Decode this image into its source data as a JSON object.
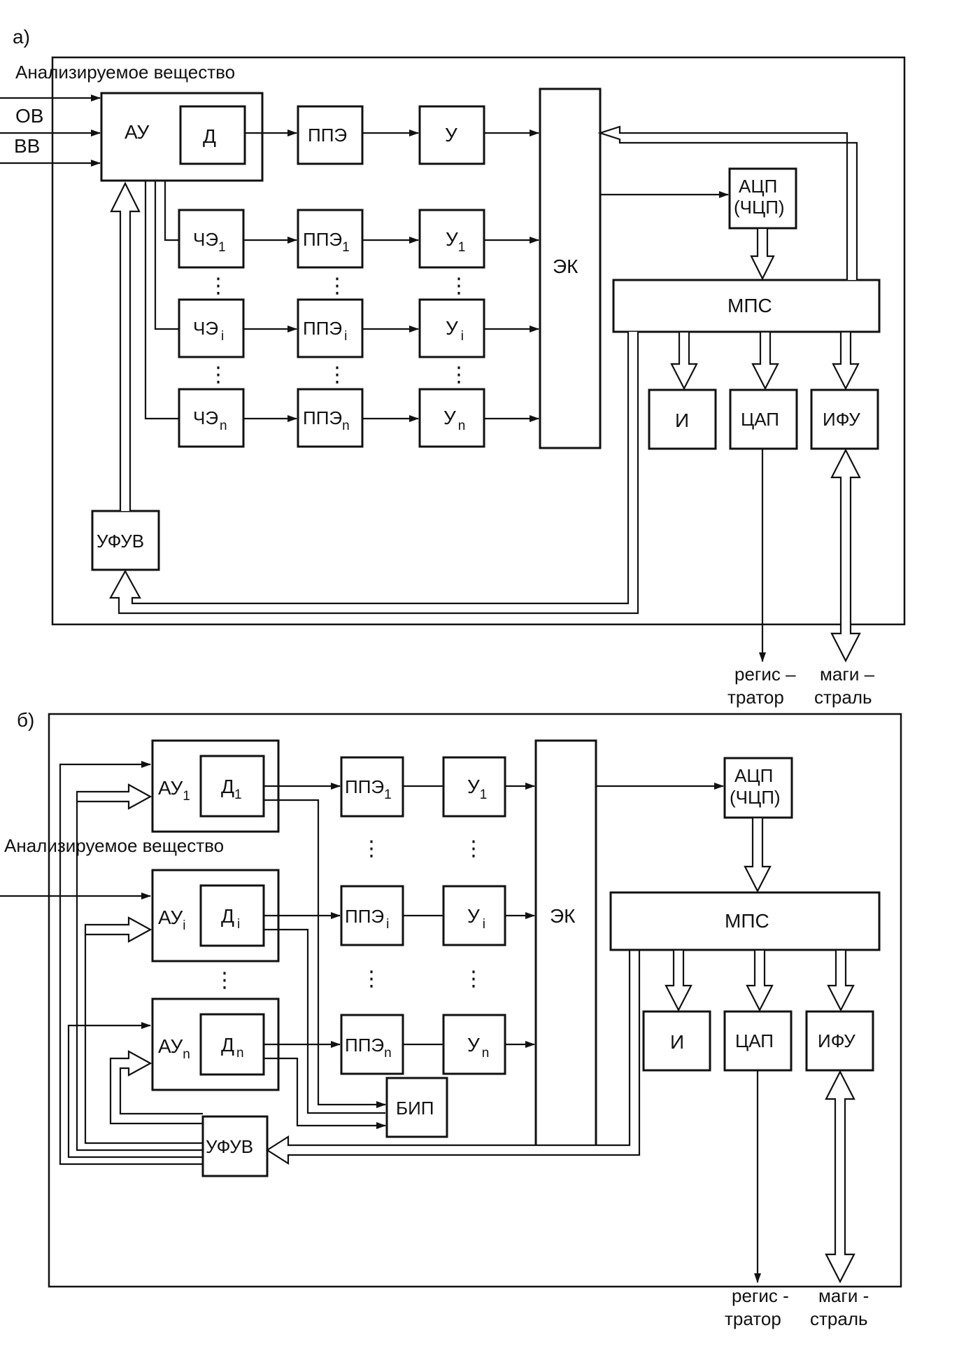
{
  "diagram_a": {
    "label": "а)",
    "input_label": "Анализируемое вещество",
    "ov": "ОВ",
    "vv": "ВВ",
    "au": "АУ",
    "d": "Д",
    "ppe": "ППЭ",
    "u": "У",
    "che1": "ЧЭ",
    "ppe1": "ППЭ",
    "u1": "У",
    "chei": "ЧЭ",
    "ppei": "ППЭ",
    "ui": "У",
    "chen": "ЧЭ",
    "ppen": "ППЭ",
    "un": "У",
    "sub_1": "1",
    "sub_i": "i",
    "sub_n": "n",
    "ek": "ЭК",
    "acp": "АЦП",
    "chcp": "(ЧЦП)",
    "mps": "МПС",
    "i_block": "И",
    "cap": "ЦАП",
    "ifu": "ИФУ",
    "ufuv": "УФУВ",
    "recorder_1": "регис –",
    "recorder_2": "тратор",
    "bus_1": "маги –",
    "bus_2": "страль"
  },
  "diagram_b": {
    "label": "б)",
    "input_label": "Анализируемое вещество",
    "au": "АУ",
    "d": "Д",
    "ppe": "ППЭ",
    "u": "У",
    "sub_1": "1",
    "sub_i": "i",
    "sub_n": "n",
    "ek": "ЭК",
    "acp": "АЦП",
    "chcp": "(ЧЦП)",
    "mps": "МПС",
    "i_block": "И",
    "cap": "ЦАП",
    "ifu": "ИФУ",
    "bip": "БИП",
    "ufuv": "УФУВ",
    "recorder_1": "регис -",
    "recorder_2": "тратор",
    "bus_1": "маги -",
    "bus_2": "страль"
  }
}
